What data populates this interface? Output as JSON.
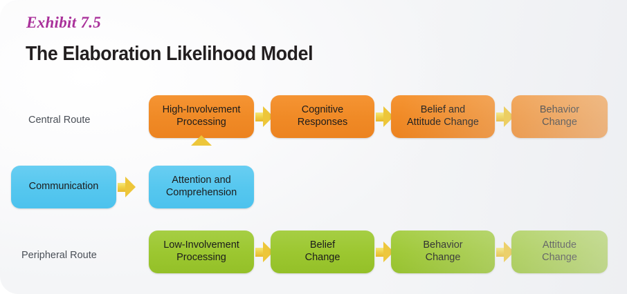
{
  "exhibit": {
    "label": "Exhibit 7.5",
    "title": "The Elaboration Likelihood Model",
    "label_color": "#a9309a",
    "title_color": "#231f20"
  },
  "colors": {
    "central_route": "#f08a26",
    "peripheral_route": "#9cc730",
    "communication": "#56c7ef",
    "arrow": "#edc63a",
    "card_background": "#f7f8fa"
  },
  "diagram": {
    "type": "flowchart",
    "rows": [
      {
        "id": "central",
        "label": "Central Route",
        "color_key": "central_route",
        "nodes": [
          {
            "id": "high-involvement-processing",
            "line1": "High-Involvement",
            "line2": "Processing"
          },
          {
            "id": "cognitive-responses",
            "line1": "Cognitive",
            "line2": "Responses"
          },
          {
            "id": "belief-and-attitude-change",
            "line1": "Belief and",
            "line2": "Attitude Change"
          },
          {
            "id": "behavior-change",
            "line1": "Behavior",
            "line2": "Change"
          }
        ]
      },
      {
        "id": "middle",
        "label": "",
        "color_key": "communication",
        "nodes": [
          {
            "id": "communication",
            "line1": "Communication",
            "line2": ""
          },
          {
            "id": "attention-comprehension",
            "line1": "Attention and",
            "line2": "Comprehension"
          }
        ]
      },
      {
        "id": "peripheral",
        "label": "Peripheral Route",
        "color_key": "peripheral_route",
        "nodes": [
          {
            "id": "low-involvement-processing",
            "line1": "Low-Involvement",
            "line2": "Processing"
          },
          {
            "id": "belief-change",
            "line1": "Belief",
            "line2": "Change"
          },
          {
            "id": "behavior-change-2",
            "line1": "Behavior",
            "line2": "Change"
          },
          {
            "id": "attitude-change",
            "line1": "Attitude",
            "line2": "Change"
          }
        ]
      }
    ],
    "connectors": [
      {
        "id": "central-1-2",
        "direction": "right",
        "icon": "arrow-right-icon"
      },
      {
        "id": "central-2-3",
        "direction": "right",
        "icon": "arrow-right-icon"
      },
      {
        "id": "central-3-4",
        "direction": "right",
        "icon": "arrow-right-icon"
      },
      {
        "id": "comm-attention",
        "direction": "right",
        "icon": "arrow-right-icon"
      },
      {
        "id": "attention-up",
        "direction": "up",
        "icon": "arrow-up-icon"
      },
      {
        "id": "attention-down",
        "direction": "down",
        "icon": "arrow-down-icon"
      },
      {
        "id": "periph-1-2",
        "direction": "right",
        "icon": "arrow-right-icon"
      },
      {
        "id": "periph-2-3",
        "direction": "right",
        "icon": "arrow-right-icon"
      },
      {
        "id": "periph-3-4",
        "direction": "right",
        "icon": "arrow-right-icon"
      }
    ]
  }
}
